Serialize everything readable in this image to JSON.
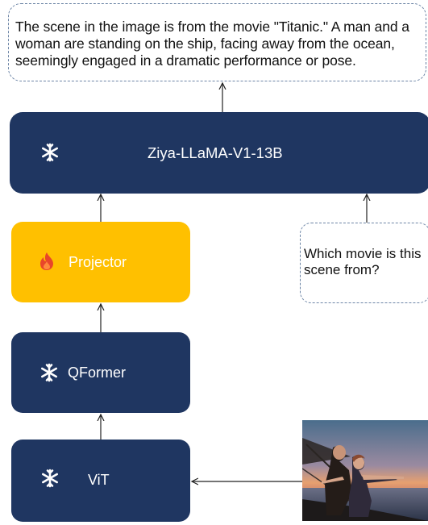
{
  "output_text": "The scene in the image is from the movie \"Titanic.\" A man and a woman are standing on the ship, facing away from the ocean, seemingly engaged in a dramatic performance or pose.",
  "llm": {
    "label": "Ziya-LLaMA-V1-13B",
    "icon": "snowflake-icon"
  },
  "projector": {
    "label": "Projector",
    "icon": "fire-icon"
  },
  "qformer": {
    "label": "QFormer",
    "icon": "snowflake-icon"
  },
  "vit": {
    "label": "ViT",
    "icon": "snowflake-icon"
  },
  "question_text": "Which movie is this scene from?",
  "image": {
    "icon": "titanic-scene-photo"
  },
  "colors": {
    "frozen_block": "#1f3661",
    "trainable_block": "#ffc000",
    "dashed_border": "#6d85a6",
    "fire": "#e8462a"
  }
}
